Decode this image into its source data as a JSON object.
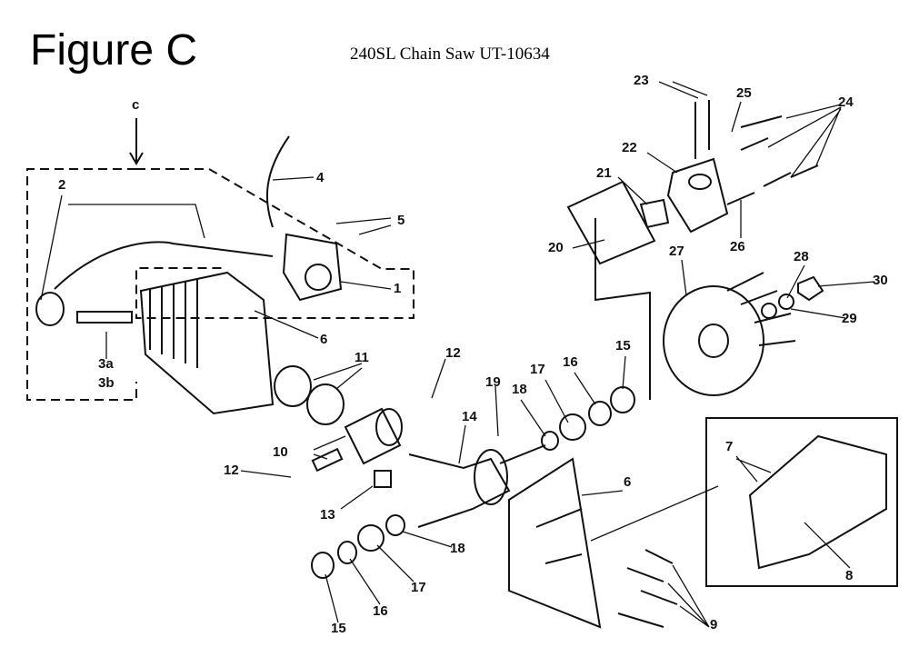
{
  "title": "Figure C",
  "subtitle": "240SL Chain Saw UT-10634",
  "labels": [
    "c",
    "2",
    "4",
    "5",
    "1",
    "6",
    "3a",
    "3b",
    "11",
    "12",
    "10",
    "12",
    "13",
    "14",
    "19",
    "18",
    "17",
    "16",
    "15",
    "20",
    "21",
    "22",
    "23",
    "25",
    "24",
    "26",
    "27",
    "28",
    "30",
    "29",
    "6",
    "7",
    "8",
    "9",
    "18",
    "17",
    "16",
    "15"
  ]
}
